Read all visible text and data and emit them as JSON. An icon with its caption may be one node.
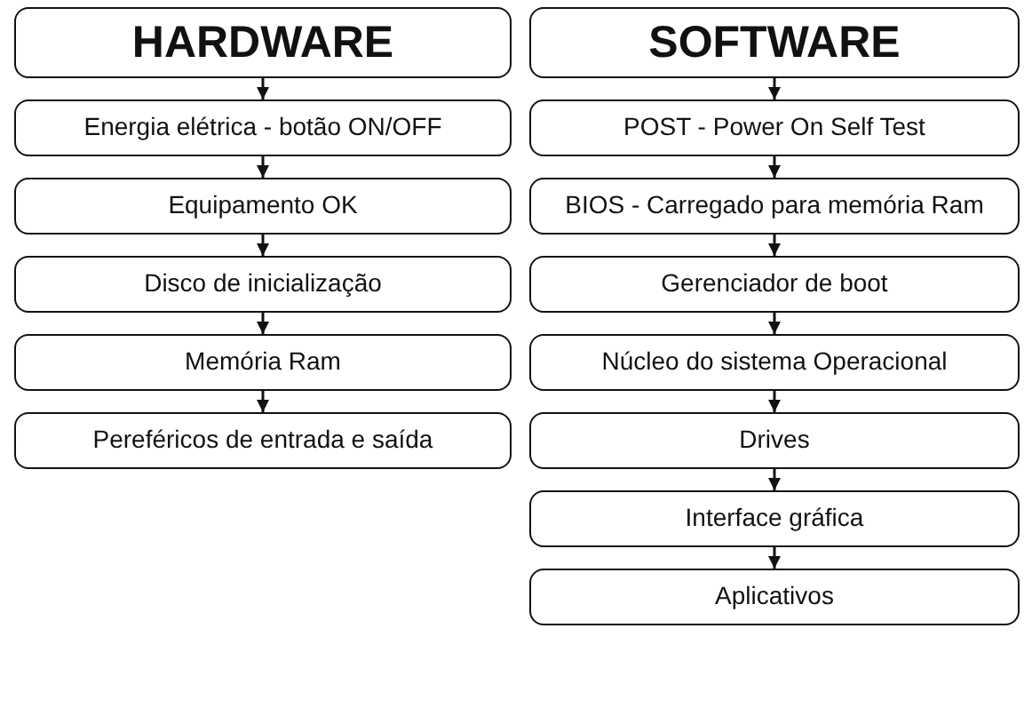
{
  "diagram": {
    "nodes": [
      {
        "text": [
          "HARDWARE"
        ]
      },
      {
        "text": [
          "Energia elétrica - botão ON/OFF"
        ]
      },
      {
        "text": [
          "Equipamento OK"
        ]
      },
      {
        "text": [
          "Disco de inicialização"
        ]
      },
      {
        "text": [
          "Memória Ram"
        ]
      },
      {
        "text": [
          "Pereféricos de entrada e saída"
        ]
      },
      {
        "text": [
          "SOFTWARE"
        ]
      },
      {
        "text": [
          "POST - Power On Self Test"
        ]
      },
      {
        "text": [
          "BIOS - Carregado para memória Ram"
        ]
      },
      {
        "text": [
          "Gerenciador de boot"
        ]
      },
      {
        "text": [
          "Núcleo do sistema Operacional"
        ]
      },
      {
        "text": [
          "Drives"
        ]
      },
      {
        "text": [
          "Interface gráfica"
        ]
      },
      {
        "text": [
          "Aplicativos"
        ]
      }
    ],
    "edges": [
      {
        "from": 0,
        "to": 1,
        "arrow": "to"
      },
      {
        "from": 1,
        "to": 2,
        "arrow": "to"
      },
      {
        "from": 2,
        "to": 3,
        "arrow": "to"
      },
      {
        "from": 3,
        "to": 4,
        "arrow": "to"
      },
      {
        "from": 4,
        "to": 5,
        "arrow": "to"
      },
      {
        "from": 6,
        "to": 7,
        "arrow": "to"
      },
      {
        "from": 7,
        "to": 8,
        "arrow": "to"
      },
      {
        "from": 8,
        "to": 9,
        "arrow": "to"
      },
      {
        "from": 9,
        "to": 10,
        "arrow": "to"
      },
      {
        "from": 10,
        "to": 11,
        "arrow": "to"
      },
      {
        "from": 11,
        "to": 12,
        "arrow": "to"
      },
      {
        "from": 12,
        "to": 13,
        "arrow": "to"
      }
    ]
  }
}
